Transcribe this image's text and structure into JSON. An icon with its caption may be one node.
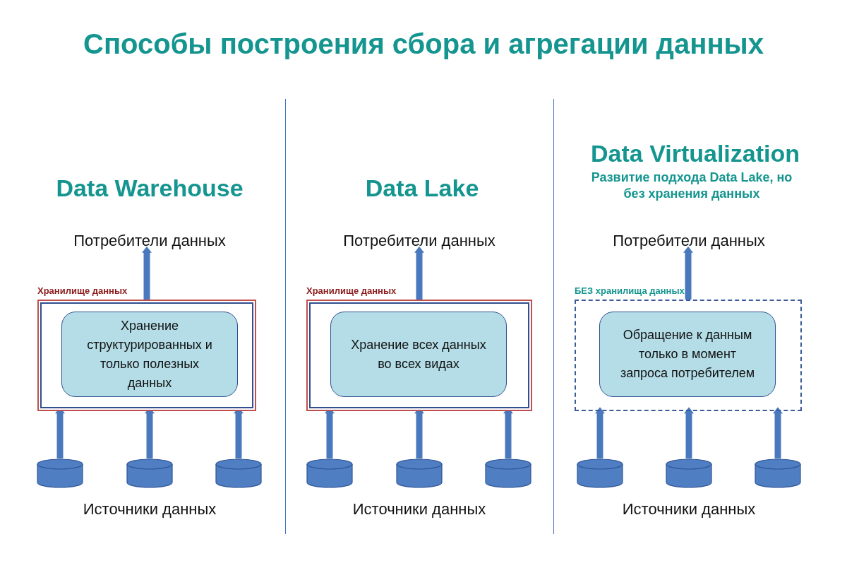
{
  "diagram": {
    "title": "Способы построения сбора и агрегации данных",
    "nodes": [
      {
        "text": [
          "Потребители данных"
        ]
      },
      {
        "text": [
          "Хранилище данных"
        ]
      },
      {
        "text": [
          "Хранение структурированных и только полезных данных"
        ],
        "in": 1
      },
      {
        "text": [],
        "shape": "cylinder"
      },
      {
        "text": [],
        "shape": "cylinder"
      },
      {
        "text": [],
        "shape": "cylinder"
      },
      {
        "text": [
          "Потребители данных"
        ]
      },
      {
        "text": [
          "Хранилище данных"
        ]
      },
      {
        "text": [
          "Хранение всех данных во всех видах"
        ],
        "in": 7
      },
      {
        "text": [],
        "shape": "cylinder"
      },
      {
        "text": [],
        "shape": "cylinder"
      },
      {
        "text": [],
        "shape": "cylinder"
      },
      {
        "text": [
          "Потребители данных"
        ]
      },
      {
        "text": [
          "БЕЗ хранилища данных"
        ]
      },
      {
        "text": [
          "Обращение к данным только в момент запроса потребителем"
        ],
        "in": 13
      },
      {
        "text": [],
        "shape": "cylinder"
      },
      {
        "text": [],
        "shape": "cylinder"
      },
      {
        "text": [],
        "shape": "cylinder"
      }
    ],
    "edges": [
      {
        "from": 1,
        "to": 0,
        "arrow": "to"
      },
      {
        "from": 3,
        "to": 1,
        "arrow": "to"
      },
      {
        "from": 4,
        "to": 1,
        "arrow": "to"
      },
      {
        "from": 5,
        "to": 1,
        "arrow": "to"
      },
      {
        "from": 7,
        "to": 6,
        "arrow": "to"
      },
      {
        "from": 9,
        "to": 7,
        "arrow": "to"
      },
      {
        "from": 10,
        "to": 7,
        "arrow": "to"
      },
      {
        "from": 11,
        "to": 7,
        "arrow": "to"
      },
      {
        "from": 13,
        "to": 12,
        "arrow": "to"
      },
      {
        "from": 15,
        "to": 13,
        "arrow": "to"
      },
      {
        "from": 16,
        "to": 13,
        "arrow": "to"
      },
      {
        "from": 17,
        "to": 13,
        "arrow": "to"
      }
    ],
    "labels": [
      "Data Warehouse",
      "Источники данных",
      "Data Lake",
      "Источники данных",
      "Data Virtualization",
      "Развитие подхода Data Lake, но без хранения данных",
      "Источники данных"
    ]
  }
}
